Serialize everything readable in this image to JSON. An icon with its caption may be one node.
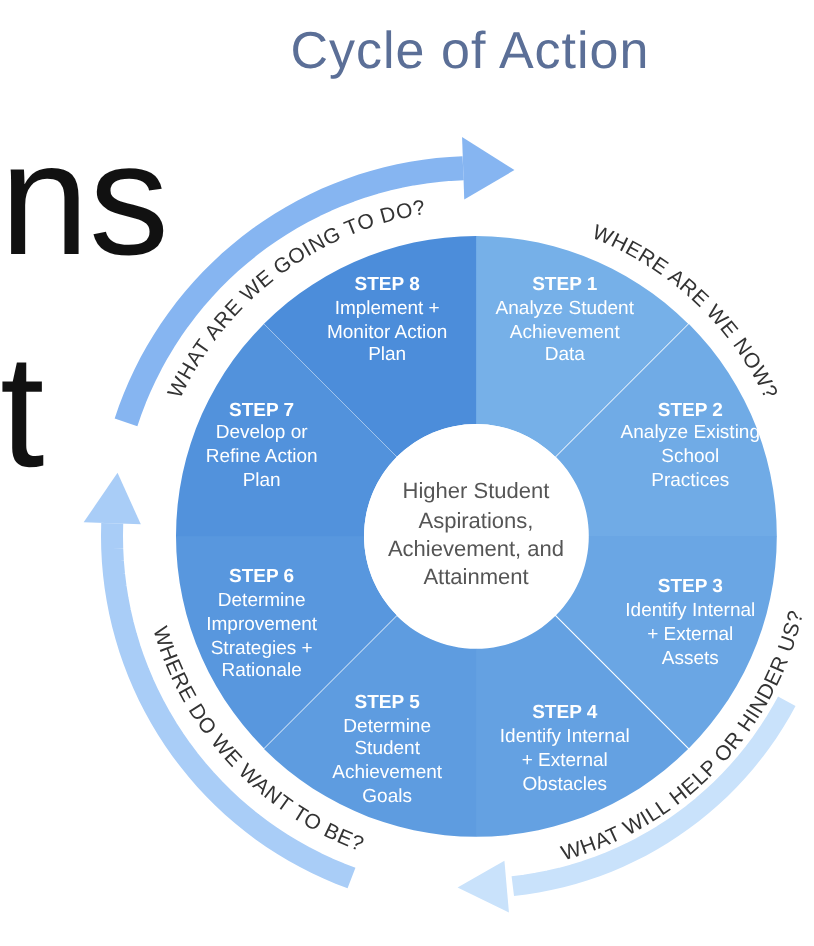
{
  "diagram": {
    "title": "Cycle of Action",
    "nodes": [
      {
        "text": [
          "STEP 1",
          "Analyze Student Achievement Data"
        ]
      },
      {
        "text": [
          "STEP 2",
          "Analyze Existing School Practices"
        ]
      },
      {
        "text": [
          "STEP 3",
          "Identify Internal + External Assets"
        ]
      },
      {
        "text": [
          "STEP 4",
          "Identify Internal + External Obstacles"
        ]
      },
      {
        "text": [
          "STEP 5",
          "Determine Student Achievement Goals"
        ]
      },
      {
        "text": [
          "STEP 6",
          "Determine Improvement Strategies + Rationale"
        ]
      },
      {
        "text": [
          "STEP 7",
          "Develop or Refine Action Plan"
        ]
      },
      {
        "text": [
          "STEP 8",
          "Implement + Monitor Action Plan"
        ]
      },
      {
        "text": [
          "Higher Student Aspirations, Achievement, and Attainment"
        ]
      }
    ],
    "labels": [
      "ns",
      "WHAT ARE WE GOING TO DO?",
      "WHERE ARE WE NOW?",
      "t",
      "WHERE DO WE WANT TO BE?",
      "WHAT WILL HELP OR HINDER US?"
    ]
  }
}
